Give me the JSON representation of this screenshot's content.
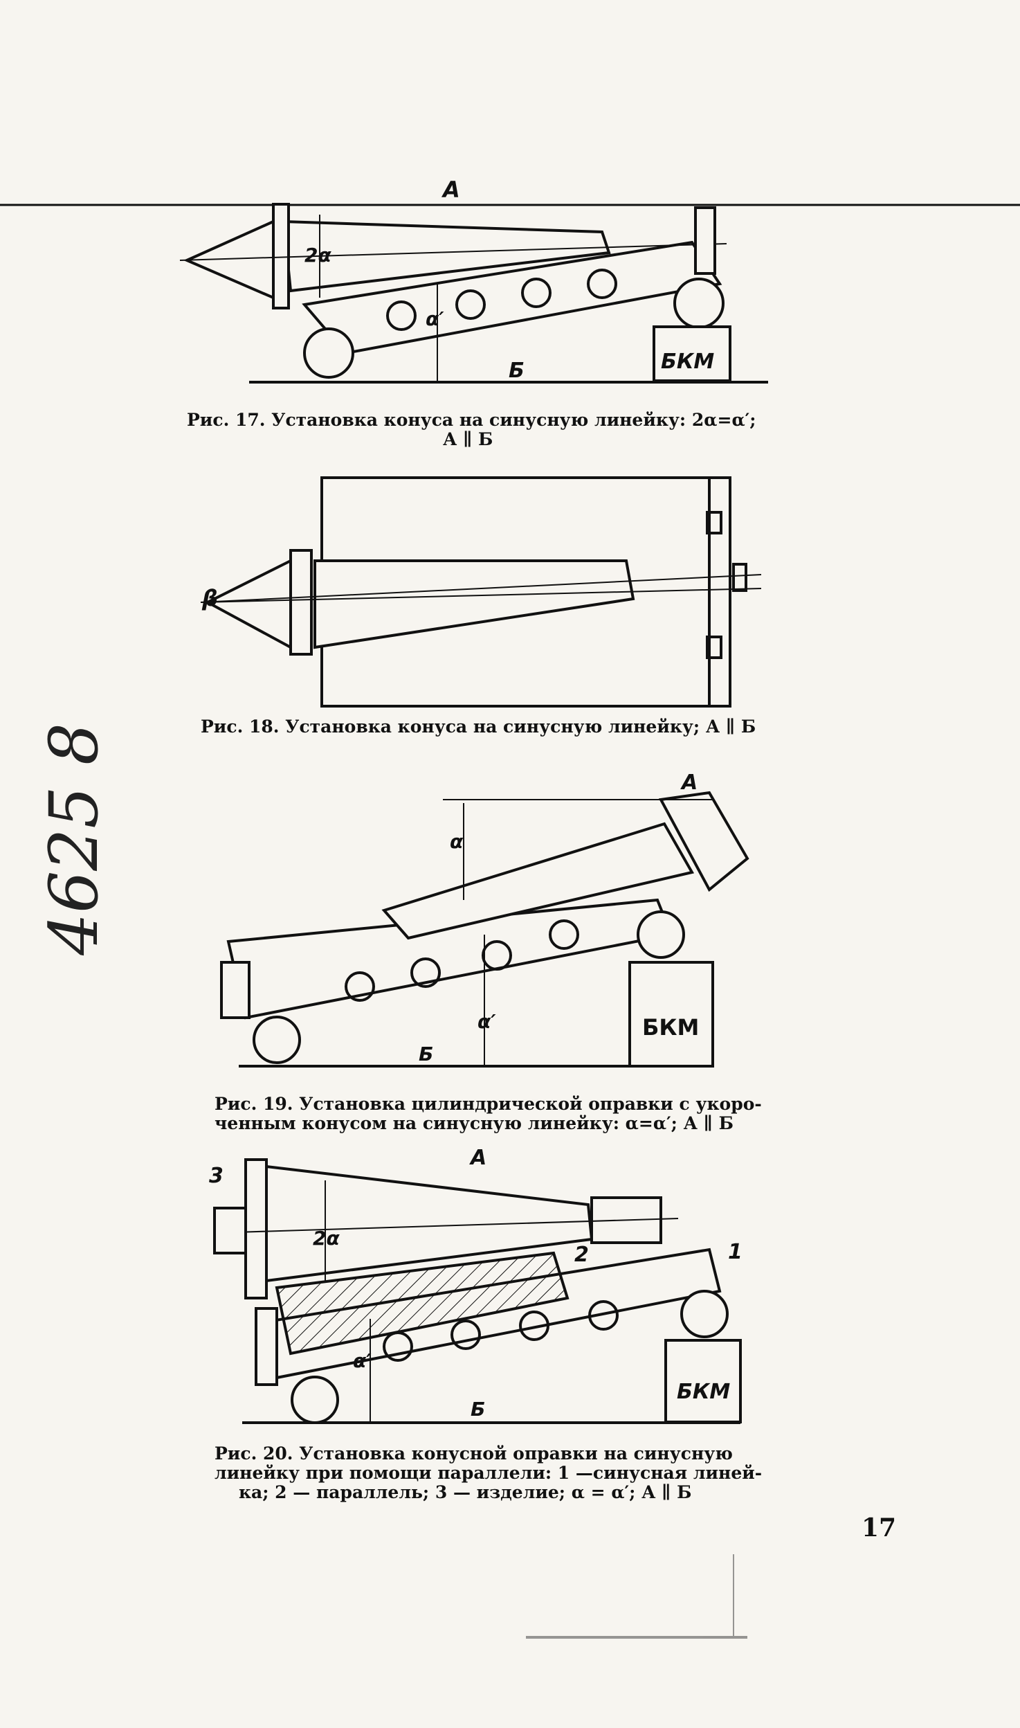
{
  "page": {
    "page_number": "17",
    "margin_handwriting": "4625 8"
  },
  "figures": [
    {
      "id": "fig17",
      "caption_line1": "Рис. 17. Установка конуса на синусную линейку: 2α=α′;",
      "caption_line2": "А ∥ Б",
      "labels": {
        "top": "А",
        "angle_part": "2α",
        "angle_base": "α′",
        "base": "Б",
        "block": "БКМ"
      }
    },
    {
      "id": "fig18",
      "caption_line1": "Рис. 18. Установка конуса на синусную линейку; А ∥ Б",
      "labels": {
        "angle": "β"
      }
    },
    {
      "id": "fig19",
      "caption_line1": "Рис. 19. Установка цилиндрической оправки с укоро-",
      "caption_line2": "ченным конусом на синусную линейку: α=α′; А ∥ Б",
      "labels": {
        "top": "А",
        "angle_part": "α",
        "angle_base": "α′",
        "base": "Б",
        "block": "БКМ"
      }
    },
    {
      "id": "fig20",
      "caption_line1": "Рис. 20. Установка конусной оправки на синусную",
      "caption_line2": "линейку при помощи параллели: 1 —синусная линей-",
      "caption_line3": "ка; 2 — параллель; 3 — изделие; α = α′; А ∥ Б",
      "labels": {
        "top": "А",
        "angle_part": "2α",
        "angle_base": "α′",
        "base": "Б",
        "block": "БКМ",
        "n1": "1",
        "n2": "2",
        "n3": "3"
      }
    }
  ]
}
